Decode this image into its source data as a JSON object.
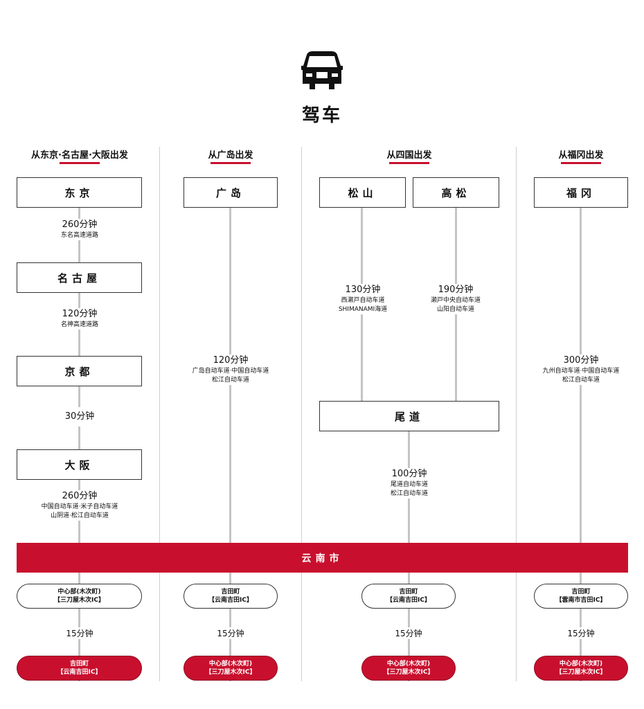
{
  "header": {
    "title": "驾车",
    "icon": "car-icon"
  },
  "colors": {
    "accent": "#c8102e",
    "line": "#c4c4c4"
  },
  "columns": [
    {
      "heading": "从东京·名古屋·大阪出发"
    },
    {
      "heading": "从广岛出发"
    },
    {
      "heading": "从四国出发"
    },
    {
      "heading": "从福冈出发"
    }
  ],
  "col1": {
    "stations": [
      "东京",
      "名古屋",
      "京都",
      "大阪"
    ],
    "legs": [
      {
        "time": "260分钟",
        "road": "东名高速道路"
      },
      {
        "time": "120分钟",
        "road": "名神高速道路"
      },
      {
        "time": "30分钟",
        "road": ""
      },
      {
        "time": "260分钟",
        "road": "中国自动车道·米子自动车道",
        "road2": "山阴道·松江自动车道"
      }
    ]
  },
  "col2": {
    "stations": [
      "广岛"
    ],
    "leg": {
      "time": "120分钟",
      "road": "广岛自动车道·中国自动车道",
      "road2": "松江自动车道"
    }
  },
  "col3": {
    "stations": [
      "松山",
      "高松",
      "尾道"
    ],
    "legs": [
      {
        "time": "130分钟",
        "road": "西濑戸自动车道",
        "road2": "SHIMANAMI海道"
      },
      {
        "time": "190分钟",
        "road": "濑戸中央自动车道",
        "road2": "山阳自动车道"
      },
      {
        "time": "100分钟",
        "road": "尾道自动车道",
        "road2": "松江自动车道"
      }
    ]
  },
  "col4": {
    "stations": [
      "福冈"
    ],
    "leg": {
      "time": "300分钟",
      "road": "九州自动车道·中国自动车道",
      "road2": "松江自动车道"
    }
  },
  "destination": "云南市",
  "exits": [
    {
      "first_l1": "中心部(木次町)",
      "first_l2": "【三刀屋木次IC】",
      "time": "15分钟",
      "second_l1": "吉田町",
      "second_l2": "【云南吉田IC】"
    },
    {
      "first_l1": "吉田町",
      "first_l2": "【云南吉田IC】",
      "time": "15分钟",
      "second_l1": "中心部(木次町)",
      "second_l2": "【三刀屋木次IC】"
    },
    {
      "first_l1": "吉田町",
      "first_l2": "【云南吉田IC】",
      "time": "15分钟",
      "second_l1": "中心部(木次町)",
      "second_l2": "【三刀屋木次IC】"
    },
    {
      "first_l1": "吉田町",
      "first_l2": "【雲南市吉田IC】",
      "time": "15分钟",
      "second_l1": "中心部(木次町)",
      "second_l2": "【三刀屋木次IC】"
    }
  ]
}
